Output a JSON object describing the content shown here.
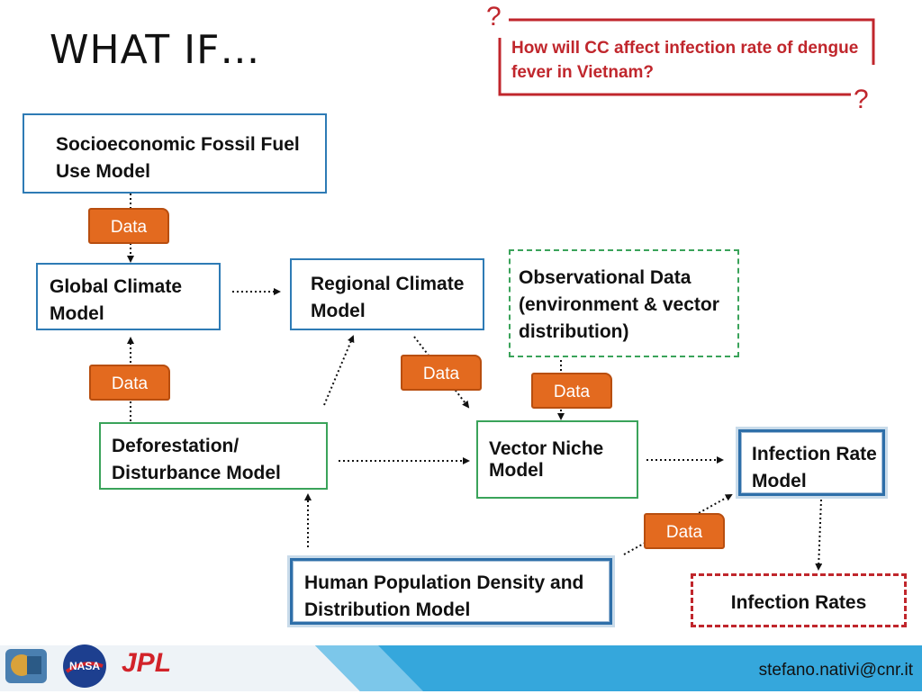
{
  "slide": {
    "title": "WHAT IF…",
    "question": "How will CC affect infection rate of dengue fever in Vietnam?",
    "question_mark": "?",
    "footer_email": "stefano.nativi@cnr.it",
    "logos": [
      "CNR-IIA",
      "NASA",
      "JPL"
    ]
  },
  "boxes": {
    "socioeconomic": "Socioeconomic Fossil Fuel Use Model",
    "global_climate": "Global Climate Model",
    "regional_climate": "Regional Climate Model",
    "observational": "Observational Data (environment & vector distribution)",
    "deforestation": "Deforestation/ Disturbance Model",
    "vector_niche": "Vector Niche Model",
    "infection_rate_model": "Infection Rate Model",
    "human_population": "Human Population Density and Distribution Model",
    "infection_rates": "Infection Rates"
  },
  "tags": {
    "data": "Data"
  },
  "colors": {
    "blue_border": "#2e7bb5",
    "green_border": "#3aa35a",
    "red_accent": "#c0262c",
    "orange_tag": "#e36a1f",
    "footer_blue": "#35a7dc"
  },
  "logo_text": {
    "nasa": "NASA",
    "jpl": "JPL"
  }
}
